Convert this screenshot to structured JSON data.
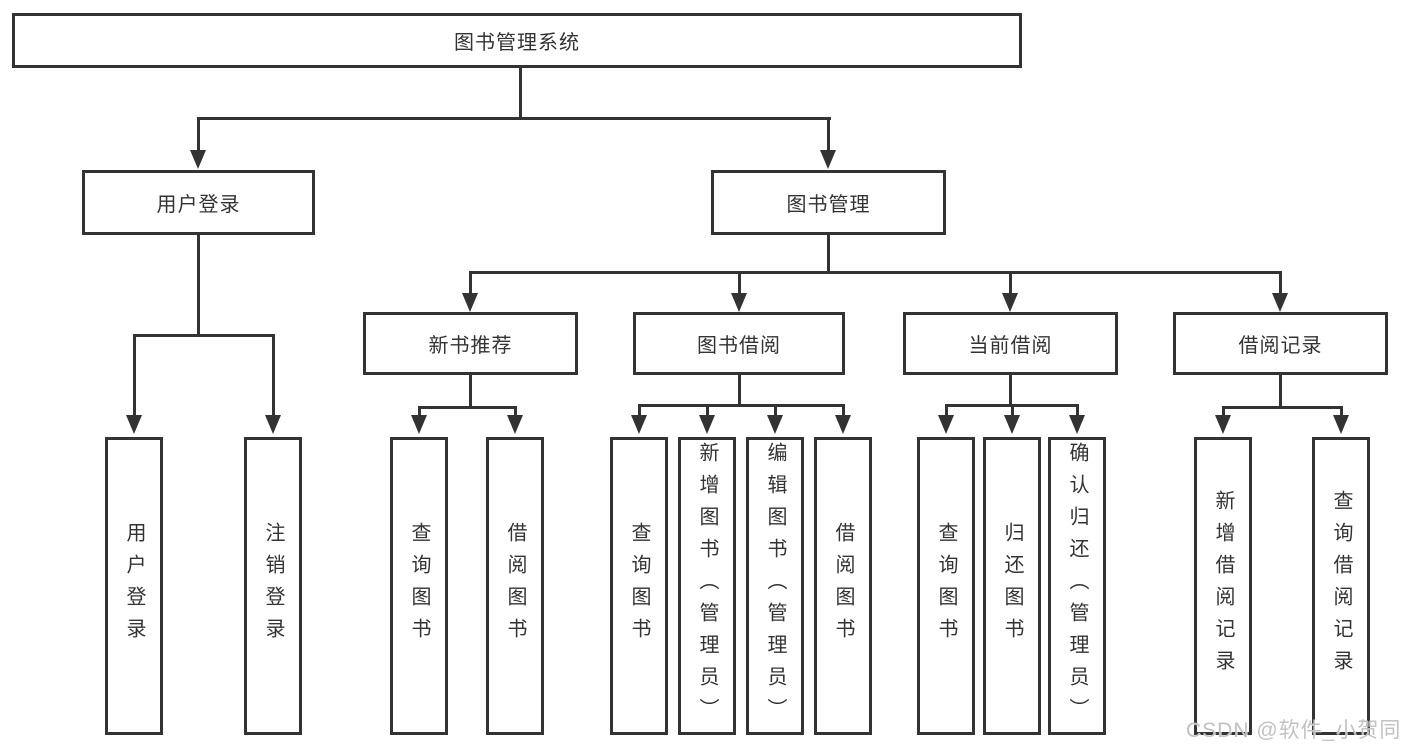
{
  "colors": {
    "line": "#333333",
    "text": "#333333",
    "background": "#ffffff",
    "watermark": "#c2c2c2"
  },
  "diagram": {
    "root": {
      "label": "图书管理系统"
    },
    "user_login": {
      "label": "用户登录",
      "children": [
        {
          "label": "用户登录"
        },
        {
          "label": "注销登录"
        }
      ]
    },
    "book_management": {
      "label": "图书管理",
      "sections": {
        "new_book": {
          "label": "新书推荐",
          "children": [
            {
              "label": "查询图书"
            },
            {
              "label": "借阅图书"
            }
          ]
        },
        "borrow": {
          "label": "图书借阅",
          "children": [
            {
              "label": "查询图书"
            },
            {
              "label": "新增图书（管理员）"
            },
            {
              "label": "编辑图书（管理员）"
            },
            {
              "label": "借阅图书"
            }
          ]
        },
        "current": {
          "label": "当前借阅",
          "children": [
            {
              "label": "查询图书"
            },
            {
              "label": "归还图书"
            },
            {
              "label": "确认归还（管理员）"
            }
          ]
        },
        "record": {
          "label": "借阅记录",
          "children": [
            {
              "label": "新增借阅记录"
            },
            {
              "label": "查询借阅记录"
            }
          ]
        }
      }
    },
    "watermark": "CSDN @软件_小贺同学"
  }
}
